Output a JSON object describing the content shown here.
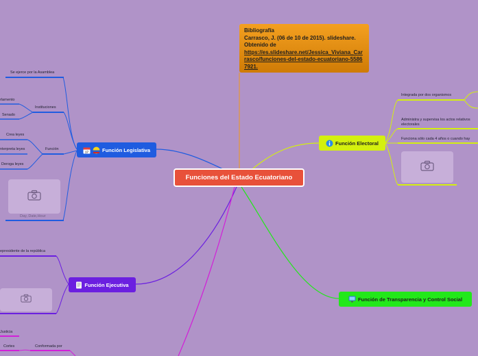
{
  "central": {
    "label": "Funciones del Estado Ecuatoriano"
  },
  "bibliography": {
    "line1": "Bibliografía",
    "line2": "Carrasco, J. (06 de 10 de 2015). slideshare. Obtenido de",
    "link": "https://es.slideshare.net/Jessica_Viviana_Carrasco/funciones-del-estado-ecuatoriano-55867921."
  },
  "legislativa": {
    "label": "Función Legislativa",
    "icons": [
      "calendar-icon",
      "flag-icon"
    ],
    "sub": {
      "asamblea": "Se ejerce por la Asamblea",
      "instituciones": "Instituciones",
      "parlamento": "rlamento",
      "senado": "Senado",
      "funcion": "Función",
      "crea": "Crea leyes",
      "interpreta": "nterpreta leyes",
      "deroga": "Deroga leyes",
      "caption": "Day, Date,Hour"
    }
  },
  "electoral": {
    "label": "Función Electoral",
    "icons": [
      "info-icon"
    ],
    "sub": {
      "integrada": "Integrada por dos organismos",
      "administra_1": "Administra y supervisa los actos relativos",
      "administra_2": "electorales",
      "funciona": "Funciona sólo cada 4 años o cuando hay"
    }
  },
  "ejecutiva": {
    "label": "Función Ejecutiva",
    "icons": [
      "document-icon"
    ],
    "sub": {
      "presidente": "epresidente de la república"
    }
  },
  "transparencia": {
    "label": "Función de Transparencia y Control Social",
    "icons": [
      "monitor-icon"
    ]
  },
  "judicial": {
    "sub": {
      "justicia": "Justicia",
      "cortes": "Cortes",
      "conformada": "Conformada por"
    }
  },
  "colors": {
    "background": "#b093c8",
    "central": "#e8513a",
    "legislativa": "#1f5ce0",
    "electoral": "#d4f00e",
    "ejecutiva": "#6b1fe0",
    "transparencia": "#22e81a",
    "judicial": "#d21fd8",
    "bibliography": "#f09a1a"
  }
}
